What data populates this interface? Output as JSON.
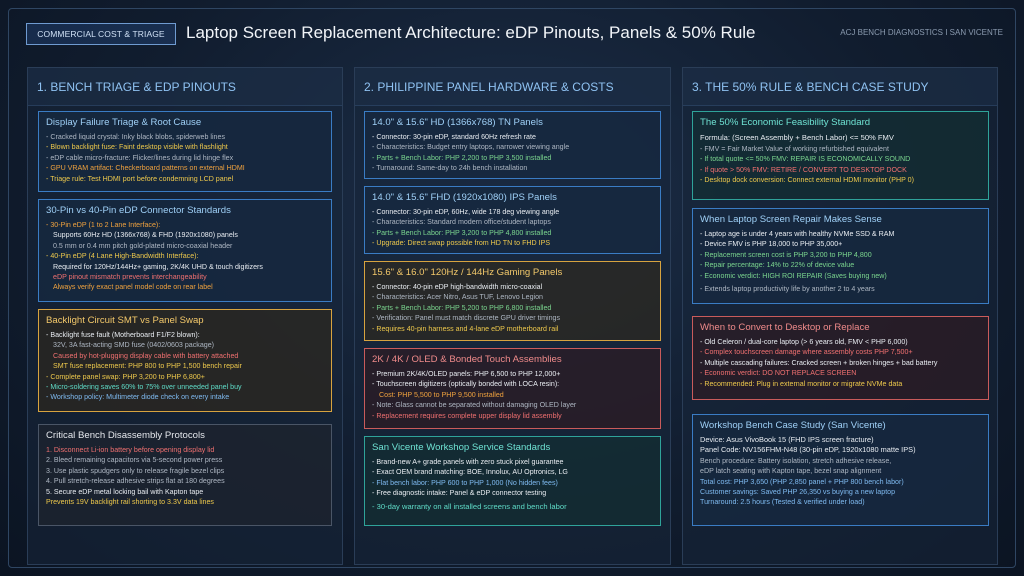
{
  "header": {
    "tag": "COMMERCIAL COST & TRIAGE",
    "title": "Laptop Screen Replacement Architecture: eDP Pinouts, Panels & 50% Rule",
    "org": "ACJ BENCH DIAGNOSTICS I SAN VICENTE"
  },
  "columns": [
    {
      "heading": "1. BENCH TRIAGE & EDP PINOUTS",
      "cards": [
        {
          "title": "Display Failure Triage & Root Cause",
          "lines": [
            "- Cracked liquid crystal: Inky black blobs, spiderweb lines",
            "- Blown backlight fuse: Faint desktop visible with flashlight",
            "- eDP cable micro-fracture: Flicker/lines during lid hinge flex",
            "- GPU VRAM artifact: Checkerboard patterns on external HDMI",
            "- Triage rule: Test HDMI port before condemning LCD panel"
          ]
        },
        {
          "title": "30-Pin vs 40-Pin eDP Connector Standards",
          "lines": [
            "- 30-Pin eDP (1 to 2 Lane Interface):",
            "Supports 60Hz HD (1366x768) & FHD (1920x1080) panels",
            "0.5 mm or 0.4 mm pitch gold-plated micro-coaxial header",
            "- 40-Pin eDP (4 Lane High-Bandwidth Interface):",
            "Required for 120Hz/144Hz+ gaming, 2K/4K UHD & touch digitizers",
            "eDP pinout mismatch prevents interchangeability",
            "Always verify exact panel model code on rear label"
          ]
        },
        {
          "title": "Backlight Circuit SMT vs Panel Swap",
          "lines": [
            "- Backlight fuse fault (Motherboard F1/F2 blown):",
            "32V, 3A fast-acting SMD fuse (0402/0603 package)",
            "Caused by hot-plugging display cable with battery attached",
            "SMT fuse replacement: PHP 800 to PHP 1,500 bench repair",
            "- Complete panel swap: PHP 3,200 to PHP 6,800+",
            "- Micro-soldering saves 60% to 75% over unneeded panel buy",
            "- Workshop policy: Multimeter diode check on every intake"
          ]
        },
        {
          "title": "Critical Bench Disassembly Protocols",
          "lines": [
            "1. Disconnect Li-ion battery before opening display lid",
            "2. Bleed remaining capacitors via 5-second power press",
            "3. Use plastic spudgers only to release fragile bezel clips",
            "4. Pull stretch-release adhesive strips flat at 180 degrees",
            "5. Secure eDP metal locking bail with Kapton tape",
            "Prevents 19V backlight rail shorting to 3.3V data lines"
          ]
        }
      ]
    },
    {
      "heading": "2. PHILIPPINE PANEL HARDWARE & COSTS",
      "cards": [
        {
          "title": "14.0\" & 15.6\" HD (1366x768) TN Panels",
          "lines": [
            "- Connector: 30-pin eDP, standard 60Hz refresh rate",
            "- Characteristics: Budget entry laptops, narrower viewing angle",
            "- Parts + Bench Labor: PHP 2,200 to PHP 3,500 installed",
            "- Turnaround: Same-day to 24h bench installation"
          ]
        },
        {
          "title": "14.0\" & 15.6\" FHD (1920x1080) IPS Panels",
          "lines": [
            "- Connector: 30-pin eDP, 60Hz, wide 178 deg viewing angle",
            "- Characteristics: Standard modern office/student laptops",
            "- Parts + Bench Labor: PHP 3,200 to PHP 4,800 installed",
            "- Upgrade: Direct swap possible from HD TN to FHD IPS"
          ]
        },
        {
          "title": "15.6\" & 16.0\" 120Hz / 144Hz Gaming Panels",
          "lines": [
            "- Connector: 40-pin eDP high-bandwidth micro-coaxial",
            "- Characteristics: Acer Nitro, Asus TUF, Lenovo Legion",
            "- Parts + Bench Labor: PHP 5,200 to PHP 6,800 installed",
            "- Verification: Panel must match discrete GPU driver timings",
            "- Requires 40-pin harness and 4-lane eDP motherboard rail"
          ]
        },
        {
          "title": "2K / 4K / OLED & Bonded Touch Assemblies",
          "lines": [
            "- Premium 2K/4K/OLED panels: PHP 6,500 to PHP 12,000+",
            "- Touchscreen digitizers (optically bonded with LOCA resin):",
            "Cost: PHP 5,500 to PHP 9,500 installed",
            "- Note: Glass cannot be separated without damaging OLED layer",
            "- Replacement requires complete upper display lid assembly"
          ]
        },
        {
          "title": "San Vicente Workshop Service Standards",
          "lines": [
            "- Brand-new A+ grade panels with zero stuck pixel guarantee",
            "- Exact OEM brand matching: BOE, Innolux, AU Optronics, LG",
            "- Flat bench labor: PHP 600 to PHP 1,000 (No hidden fees)",
            "- Free diagnostic intake: Panel & eDP connector testing",
            "- 30-day warranty on all installed screens and bench labor"
          ]
        }
      ]
    },
    {
      "heading": "3. THE 50% RULE & BENCH CASE STUDY",
      "cards": [
        {
          "title": "The 50% Economic Feasibility Standard",
          "lines": [
            "Formula: (Screen Assembly + Bench Labor) <= 50% FMV",
            "- FMV = Fair Market Value of working refurbished equivalent",
            "- If total quote <= 50% FMV: REPAIR IS ECONOMICALLY SOUND",
            "- If quote > 50% FMV: RETIRE / CONVERT TO DESKTOP DOCK",
            "- Desktop dock conversion: Connect external HDMI monitor (PHP 0)"
          ]
        },
        {
          "title": "When Laptop Screen Repair Makes Sense",
          "lines": [
            "- Laptop age is under 4 years with healthy NVMe SSD & RAM",
            "- Device FMV is PHP 18,000 to PHP 35,000+",
            "- Replacement screen cost is PHP 3,200 to PHP 4,800",
            "- Repair percentage: 14% to 22% of device value",
            "- Economic verdict: HIGH ROI REPAIR (Saves buying new)",
            "- Extends laptop productivity life by another 2 to 4 years"
          ]
        },
        {
          "title": "When to Convert to Desktop or Replace",
          "lines": [
            "- Old Celeron / dual-core laptop (> 6 years old, FMV < PHP 6,000)",
            "- Complex touchscreen damage where assembly costs PHP 7,500+",
            "- Multiple cascading failures: Cracked screen + broken hinges + bad battery",
            "- Economic verdict: DO NOT REPLACE SCREEN",
            "- Recommended: Plug in external monitor or migrate NVMe data"
          ]
        },
        {
          "title": "Workshop Bench Case Study (San Vicente)",
          "lines": [
            "Device: Asus VivoBook 15 (FHD IPS screen fracture)",
            "Panel Code: NV156FHM-N48 (30-pin eDP, 1920x1080 matte IPS)",
            "Bench procedure: Battery isolation, stretch adhesive release,",
            "eDP latch seating with Kapton tape, bezel snap alignment",
            "Total cost: PHP 3,650 (PHP 2,850 panel + PHP 800 bench labor)",
            "Customer savings: Saved PHP 26,350 vs buying a new laptop",
            "Turnaround: 2.5 hours (Tested & verified under load)"
          ]
        }
      ]
    }
  ]
}
